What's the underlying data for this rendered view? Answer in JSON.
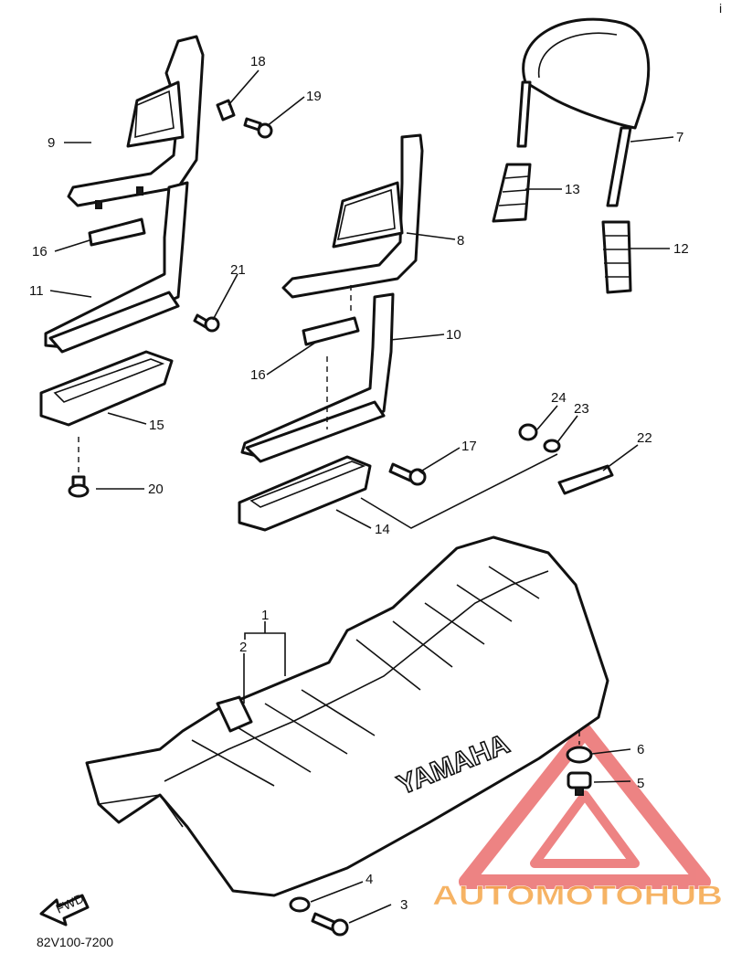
{
  "diagram": {
    "drawing_code": "82V100-7200",
    "seat_brand": "YAMAHA",
    "front_arrow_label": "FWD",
    "corner_mark": "i",
    "watermark": "AUTOMOTOHUB",
    "part_numbers": [
      "1",
      "2",
      "3",
      "4",
      "5",
      "6",
      "7",
      "8",
      "9",
      "10",
      "11",
      "12",
      "13",
      "14",
      "15",
      "16",
      "16",
      "17",
      "18",
      "19",
      "20",
      "21",
      "22",
      "23",
      "24"
    ]
  },
  "colors": {
    "line": "#111111",
    "paper": "#ffffff",
    "watermark_red": "#e85a5a",
    "watermark_orange": "#f5a64a",
    "watermark_gray": "#8a8a8a"
  }
}
